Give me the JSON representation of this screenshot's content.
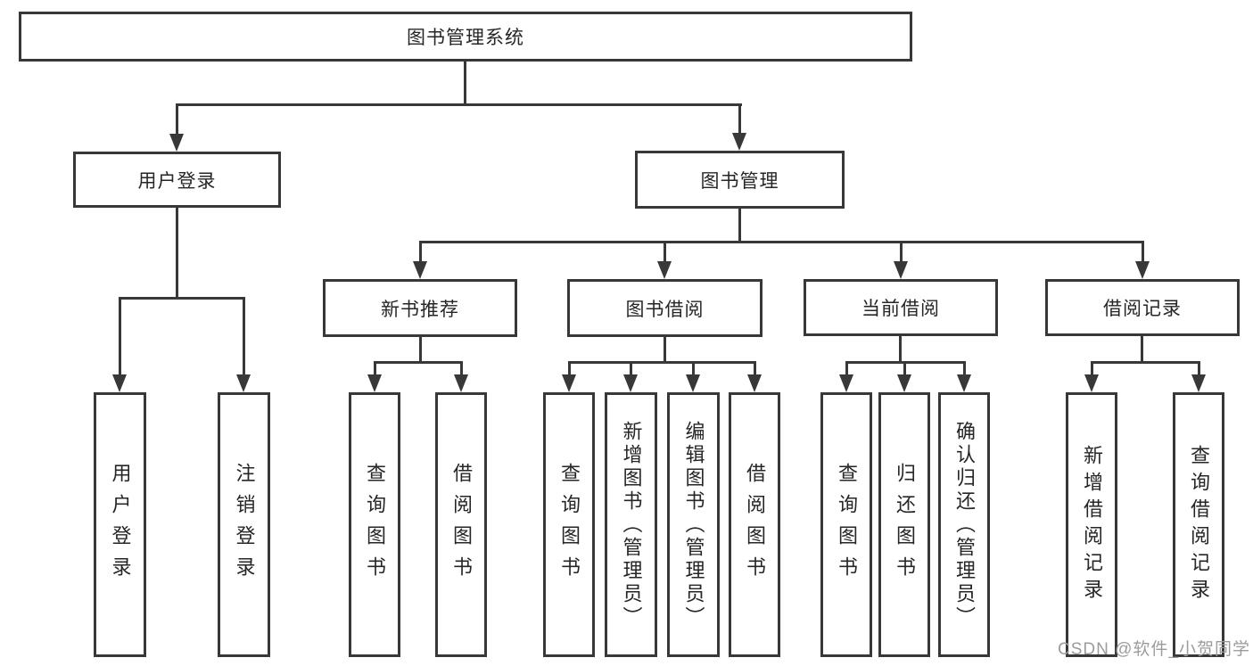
{
  "diagram": {
    "title": "图书管理系统",
    "root": {
      "label": "图书管理系统"
    },
    "level1": [
      {
        "label": "用户登录"
      },
      {
        "label": "图书管理"
      }
    ],
    "level2": [
      {
        "label": "新书推荐"
      },
      {
        "label": "图书借阅"
      },
      {
        "label": "当前借阅"
      },
      {
        "label": "借阅记录"
      }
    ],
    "leaves": [
      {
        "label": "用户登录",
        "parent": "用户登录"
      },
      {
        "label": "注销登录",
        "parent": "用户登录"
      },
      {
        "label": "查询图书",
        "parent": "新书推荐"
      },
      {
        "label": "借阅图书",
        "parent": "新书推荐"
      },
      {
        "label": "查询图书",
        "parent": "图书借阅"
      },
      {
        "label": "新增图书（管理员）",
        "parent": "图书借阅"
      },
      {
        "label": "编辑图书（管理员）",
        "parent": "图书借阅"
      },
      {
        "label": "借阅图书",
        "parent": "图书借阅"
      },
      {
        "label": "查询图书",
        "parent": "当前借阅"
      },
      {
        "label": "归还图书",
        "parent": "当前借阅"
      },
      {
        "label": "确认归还（管理员）",
        "parent": "当前借阅"
      },
      {
        "label": "新增借阅记录",
        "parent": "借阅记录"
      },
      {
        "label": "查询借阅记录",
        "parent": "借阅记录"
      }
    ]
  },
  "watermark": {
    "text": "CSDN @软件_小贺同学"
  },
  "colors": {
    "line": "#383838",
    "text": "#262626",
    "background": "#ffffff",
    "watermark": "#9c9c9c"
  }
}
